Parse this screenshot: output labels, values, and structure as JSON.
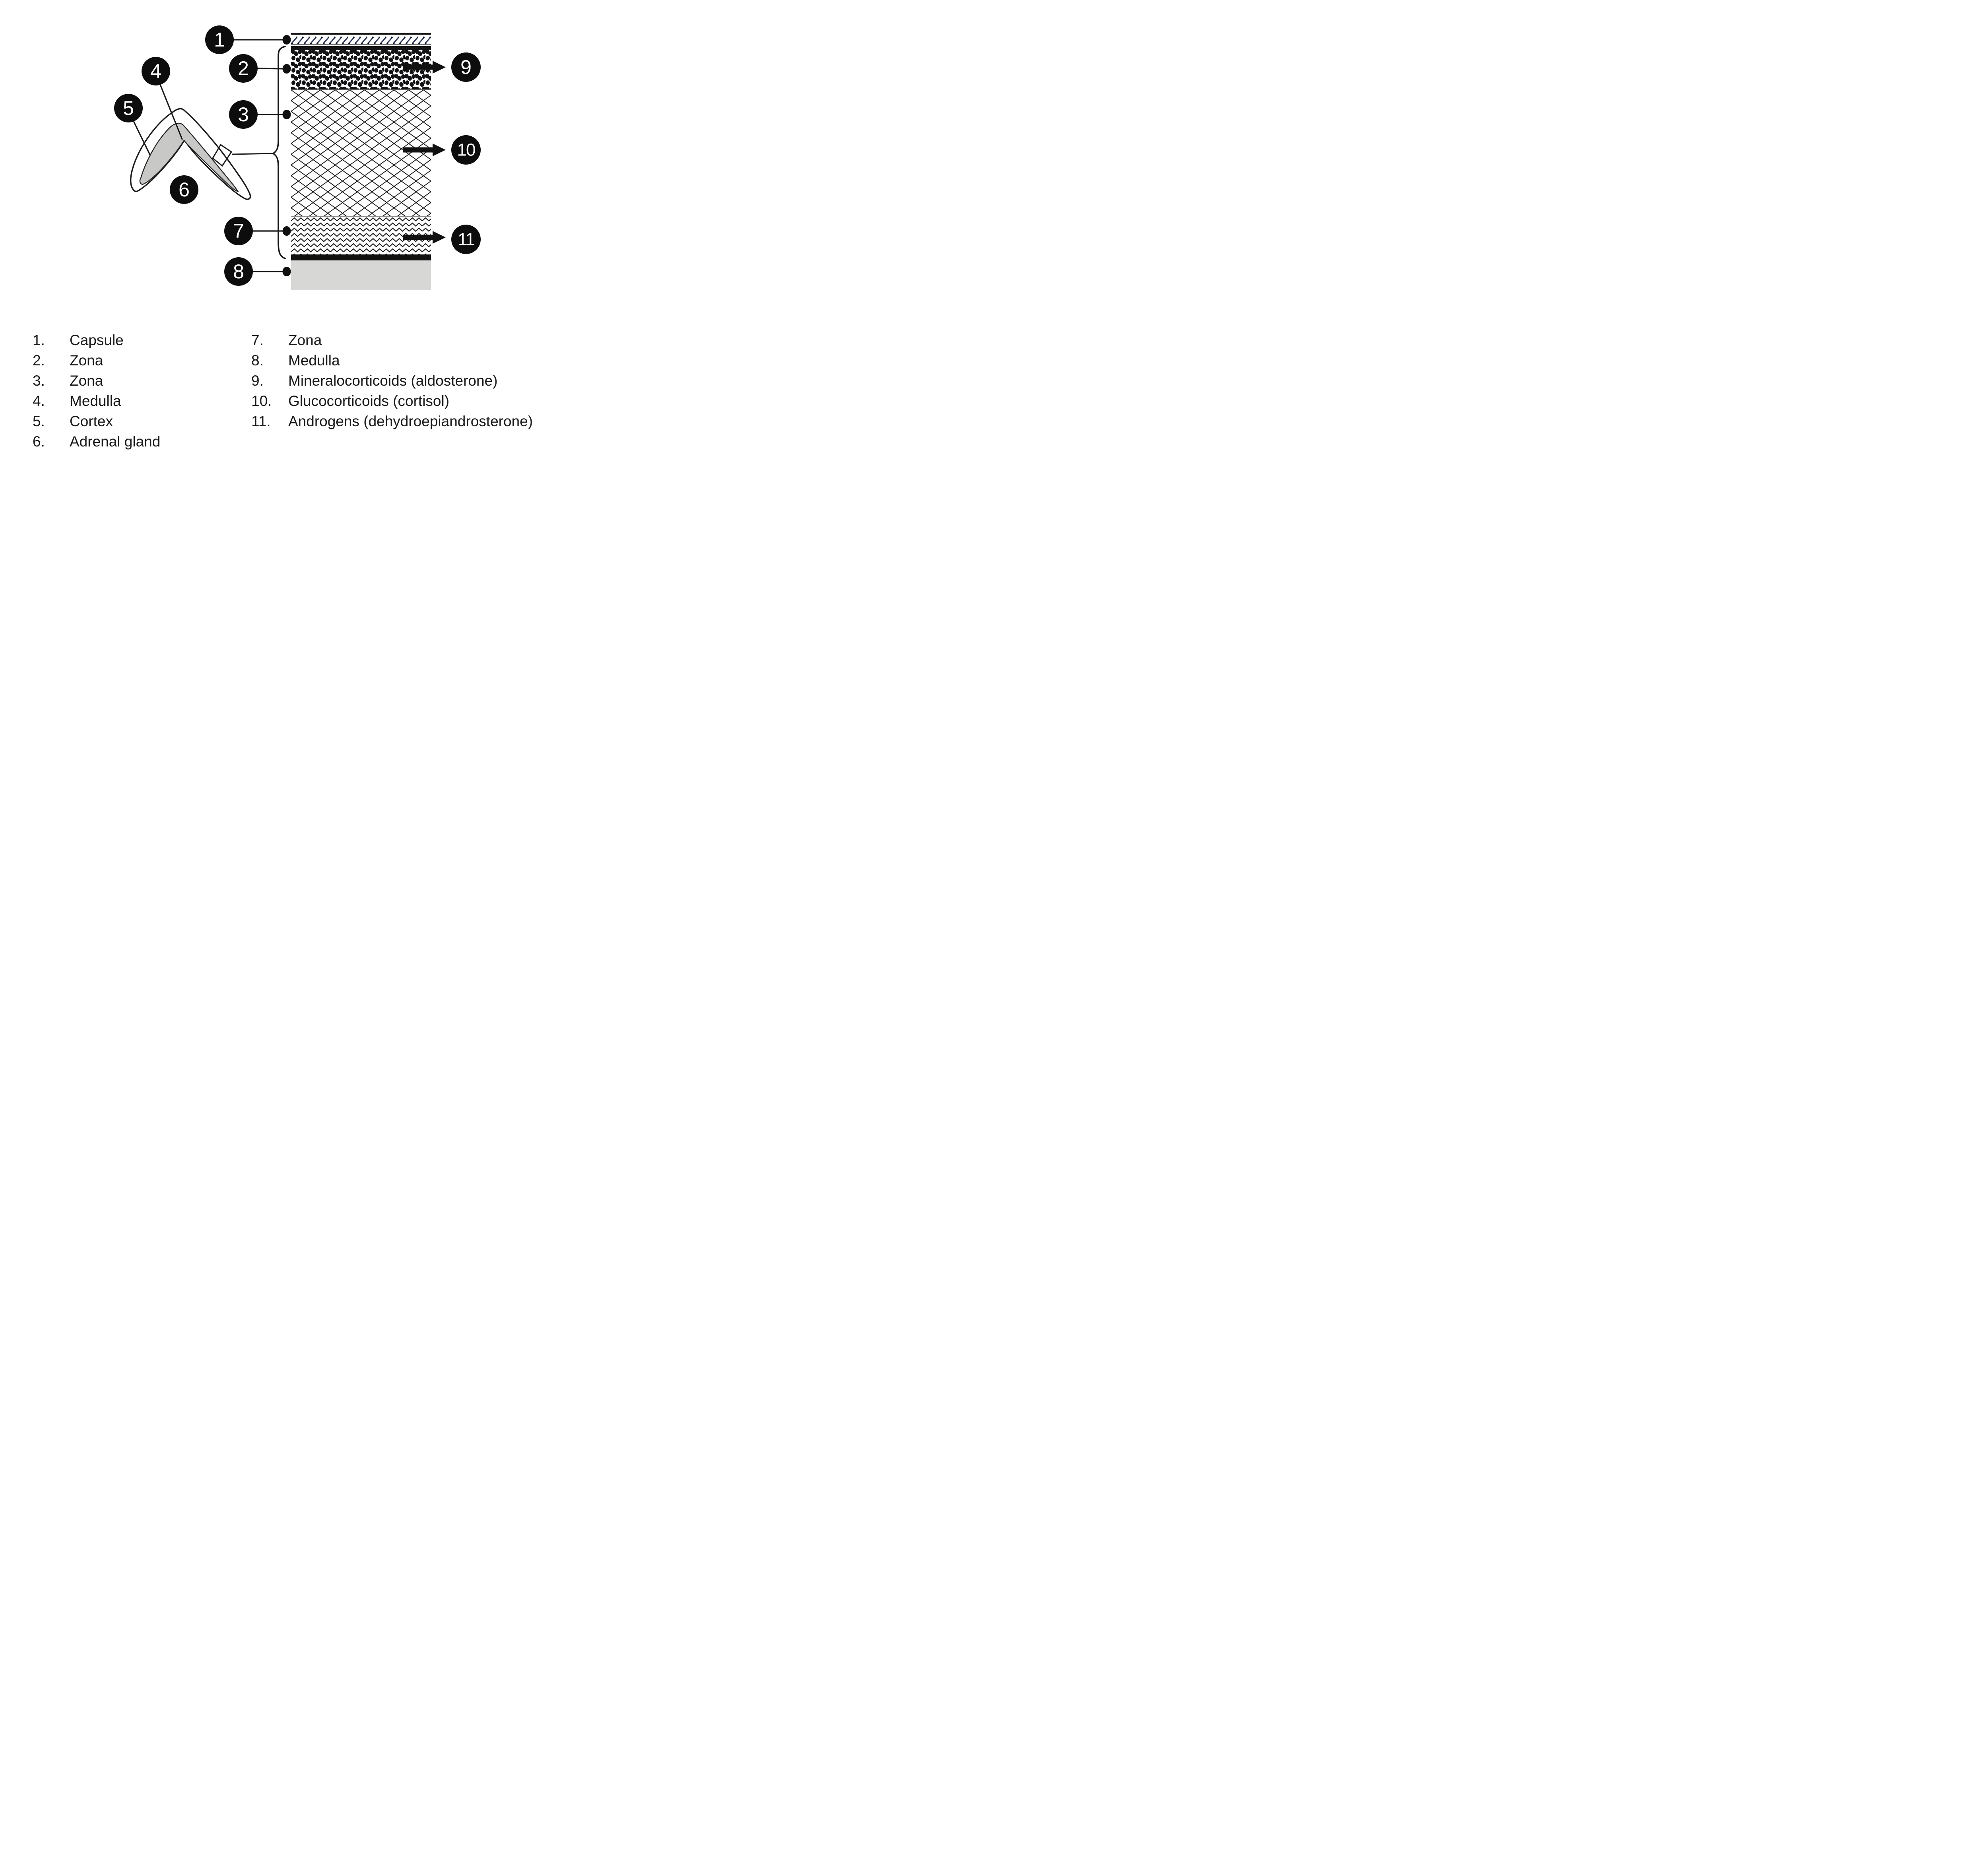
{
  "figure_type": "adrenal-gland-labeling-diagram",
  "badges": [
    "1",
    "2",
    "3",
    "4",
    "5",
    "6",
    "7",
    "8",
    "9",
    "10",
    "11"
  ],
  "legend": {
    "left": [
      {
        "num": "1.",
        "label": "Capsule"
      },
      {
        "num": "2.",
        "label": "Zona"
      },
      {
        "num": "3.",
        "label": "Zona"
      },
      {
        "num": "4.",
        "label": "Medulla"
      },
      {
        "num": "5.",
        "label": "Cortex"
      },
      {
        "num": "6.",
        "label": "Adrenal gland"
      }
    ],
    "right": [
      {
        "num": "7.",
        "label": "Zona"
      },
      {
        "num": "8.",
        "label": "Medulla"
      },
      {
        "num": "9.",
        "label": "Mineralocorticoids (aldosterone)"
      },
      {
        "num": "10.",
        "label": "Glucocorticoids (cortisol)"
      },
      {
        "num": "11.",
        "label": "Androgens (dehydroepiandrosterone)"
      }
    ]
  },
  "icons": {
    "hormone_arrow": "arrow-right-icon",
    "leader_dot": "connector-dot-icon",
    "cortex_brace": "curly-brace-icon",
    "magnified_region": "magnifier-box-icon"
  },
  "colors": {
    "ink": "#191919",
    "capsule_hatch": "#2e3a5e",
    "badge_fill": "#0d0d0d",
    "badge_text": "#ffffff",
    "medulla_layer_fill": "#d7d7d5",
    "gland_medulla_fill": "#c8c8c6",
    "background": "#ffffff"
  }
}
